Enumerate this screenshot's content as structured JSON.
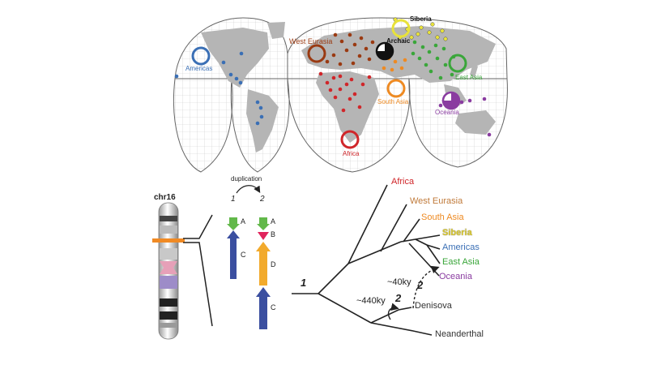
{
  "map": {
    "regions": [
      {
        "key": "americas",
        "label": "Americas",
        "color": "#3a6fb5"
      },
      {
        "key": "west_eurasia",
        "label": "West Eurasia",
        "color": "#9a3a12"
      },
      {
        "key": "archaic",
        "label": "Archaic",
        "color": "#111111"
      },
      {
        "key": "siberia",
        "label": "Siberia",
        "color": "#e8e23a"
      },
      {
        "key": "east_asia",
        "label": "East Asia",
        "color": "#3aa63a"
      },
      {
        "key": "south_asia",
        "label": "South Asia",
        "color": "#ee8a22"
      },
      {
        "key": "oceania",
        "label": "Oceania",
        "color": "#8a3ca0"
      },
      {
        "key": "africa",
        "label": "Africa",
        "color": "#d0262a"
      }
    ]
  },
  "chromosome": {
    "label": "chr16"
  },
  "duplication": {
    "label": "duplication",
    "left_number": "1",
    "right_number": "2",
    "segments": {
      "A": "A",
      "B": "B",
      "C": "C",
      "D": "D"
    },
    "colors": {
      "A": "#62b84a",
      "B": "#e0245c",
      "C": "#3b4fa0",
      "D": "#f2aa2c"
    }
  },
  "tree": {
    "leaves": [
      {
        "key": "africa",
        "label": "Africa",
        "color": "#d0262a"
      },
      {
        "key": "west_eurasia",
        "label": "West Eurasia",
        "color": "#c07a3a"
      },
      {
        "key": "south_asia",
        "label": "South Asia",
        "color": "#ee8a22"
      },
      {
        "key": "siberia",
        "label": "Siberia",
        "color": "#d8c72a"
      },
      {
        "key": "americas",
        "label": "Americas",
        "color": "#3a6fb5"
      },
      {
        "key": "east_asia",
        "label": "East Asia",
        "color": "#3aa63a"
      },
      {
        "key": "oceania",
        "label": "Oceania",
        "color": "#8a3ca0"
      },
      {
        "key": "denisova",
        "label": "Denisova",
        "color": "#333333"
      },
      {
        "key": "neanderthal",
        "label": "Neanderthal",
        "color": "#333333"
      }
    ],
    "root_marker": "1",
    "event_marker": "2",
    "time_40": "~40ky",
    "time_440": "~440ky"
  }
}
